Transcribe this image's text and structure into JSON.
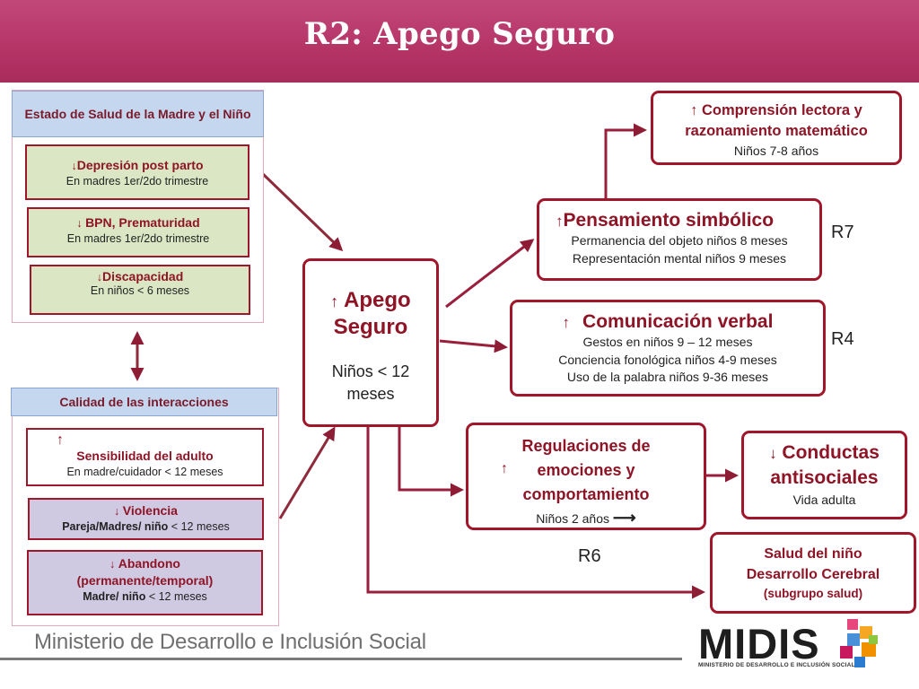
{
  "title": "R2: Apego Seguro",
  "left_top": {
    "header": "Estado de Salud de la Madre y el Niño",
    "items": [
      {
        "arrow": "↓",
        "title": "Depresión post parto",
        "detail": "En madres 1er/2do trimestre"
      },
      {
        "arrow": "↓",
        "title": "BPN, Prematuridad",
        "detail": "En madres 1er/2do trimestre"
      },
      {
        "arrow": "↓",
        "title": "Discapacidad",
        "detail": "En niños < 6 meses"
      }
    ]
  },
  "left_bottom": {
    "header": "Calidad de las interacciones",
    "items": [
      {
        "arrow": "↑",
        "title": "Sensibilidad del adulto",
        "detail": "En madre/cuidador  < 12 meses"
      },
      {
        "arrow": "↓",
        "title": "Violencia",
        "detail_bold": "Pareja/Madres/ niño",
        "detail": " < 12 meses"
      },
      {
        "arrow": "↓",
        "title": "Abandono",
        "title2": "(permanente/temporal)",
        "detail_bold": "Madre/ niño",
        "detail": " < 12 meses"
      }
    ]
  },
  "center": {
    "arrow": "↑",
    "title1": "Apego",
    "title2": "Seguro",
    "detail1": "Niños < 12",
    "detail2": "meses"
  },
  "comprension": {
    "arrow": "↑",
    "title1": "Comprensión lectora y",
    "title2": "razonamiento matemático",
    "detail": "Niños 7-8 años"
  },
  "pensamiento": {
    "arrow": "↑",
    "title": "Pensamiento simbólico",
    "lines": [
      "Permanencia del objeto  niños 8 meses",
      "Representación mental  niños 9 meses"
    ]
  },
  "comunicacion": {
    "arrow": "↑",
    "title": "Comunicación verbal",
    "lines": [
      "Gestos en niños 9 – 12 meses",
      "Conciencia fonológica niños  4-9 meses",
      "Uso de la palabra  niños 9-36 meses"
    ]
  },
  "regulaciones": {
    "arrow": "↑",
    "title1": "Regulaciones de",
    "title2": "emociones y",
    "title3": "comportamiento",
    "detail": "Niños 2 años",
    "detail_arrow": "⟶"
  },
  "conductas": {
    "arrow": "↓",
    "title1": "Conductas",
    "title2": "antisociales",
    "detail": "Vida adulta"
  },
  "salud": {
    "title1": "Salud del niño",
    "title2": "Desarrollo Cerebral",
    "detail": "(subgrupo salud)"
  },
  "labels": {
    "r7": "R7",
    "r4": "R4",
    "r6": "R6"
  },
  "footer": {
    "ministry": "Ministerio de Desarrollo e Inclusión Social",
    "logo_text": "MIDIS",
    "logo_sub": "MINISTERIO DE DESARROLLO E INCLUSIÓN SOCIAL"
  },
  "colors": {
    "header": "#b53466",
    "accent": "#a0162a",
    "green_fill": "#dbe7c4",
    "lavender_fill": "#d0c9e2",
    "blue_header": "#c5d7ef"
  }
}
